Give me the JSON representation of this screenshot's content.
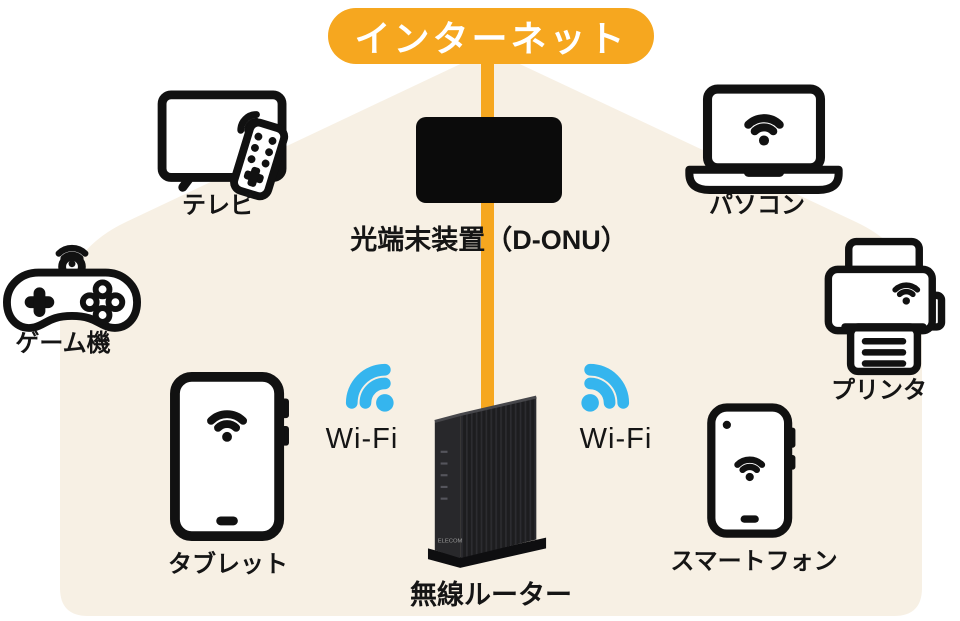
{
  "backbone": {
    "internet_label": "インターネット",
    "onu_label": "光端末装置（D-ONU）",
    "router_label": "無線ルーター",
    "router_brand": "ELECOM",
    "wifi_left": "Wi-Fi",
    "wifi_right": "Wi-Fi"
  },
  "devices": [
    {
      "id": "tv",
      "label": "テレビ"
    },
    {
      "id": "pc",
      "label": "パソコン"
    },
    {
      "id": "game",
      "label": "ゲーム機"
    },
    {
      "id": "printer",
      "label": "プリンタ"
    },
    {
      "id": "tablet",
      "label": "タブレット"
    },
    {
      "id": "phone",
      "label": "スマートフォン"
    }
  ],
  "colors": {
    "accent_orange": "#f6a71f",
    "wifi_blue": "#35b5ee",
    "house_fill": "#f7f0e4",
    "icon_ink": "#111111",
    "onu_black": "#0b0b0b"
  }
}
